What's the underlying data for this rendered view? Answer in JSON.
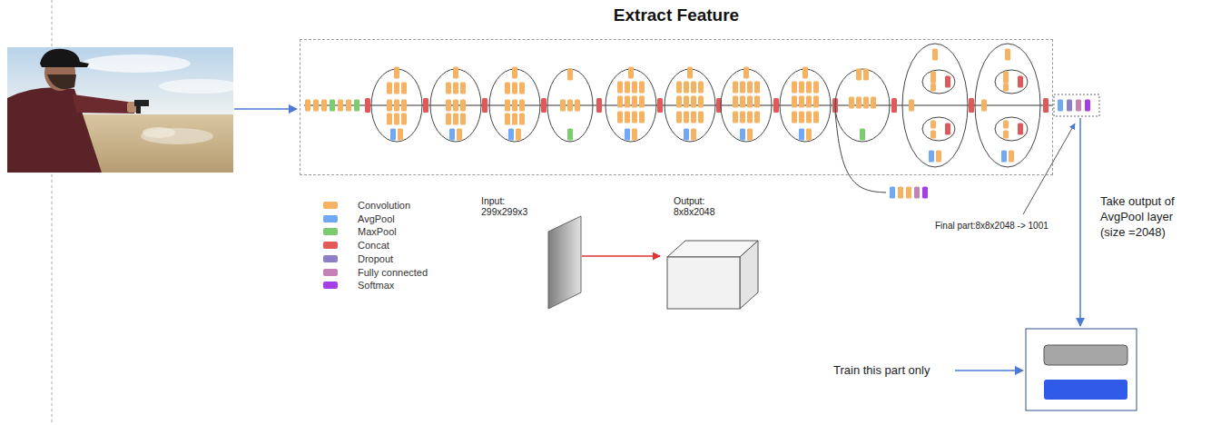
{
  "diagram": {
    "nodes": [
      {
        "text": [
          "Extract Feature"
        ]
      }
    ],
    "labels": [
      "Input: 299x299x3",
      "Output: 8x8x2048",
      "Final part:8x8x2048 -> 1001",
      "Take output of AvgPool layer (size =2048)",
      "Train this part only"
    ],
    "legend": [
      {
        "text": "Convolution",
        "color": "#f5b263"
      },
      {
        "text": "AvgPool",
        "color": "#6fa8f5"
      },
      {
        "text": "MaxPool",
        "color": "#7ccb6f"
      },
      {
        "text": "Concat",
        "color": "#e05858"
      },
      {
        "text": "Dropout",
        "color": "#8f7fc9"
      },
      {
        "text": "Fully connected",
        "color": "#c583b3"
      },
      {
        "text": "Softmax",
        "color": "#a43fe6"
      }
    ]
  }
}
